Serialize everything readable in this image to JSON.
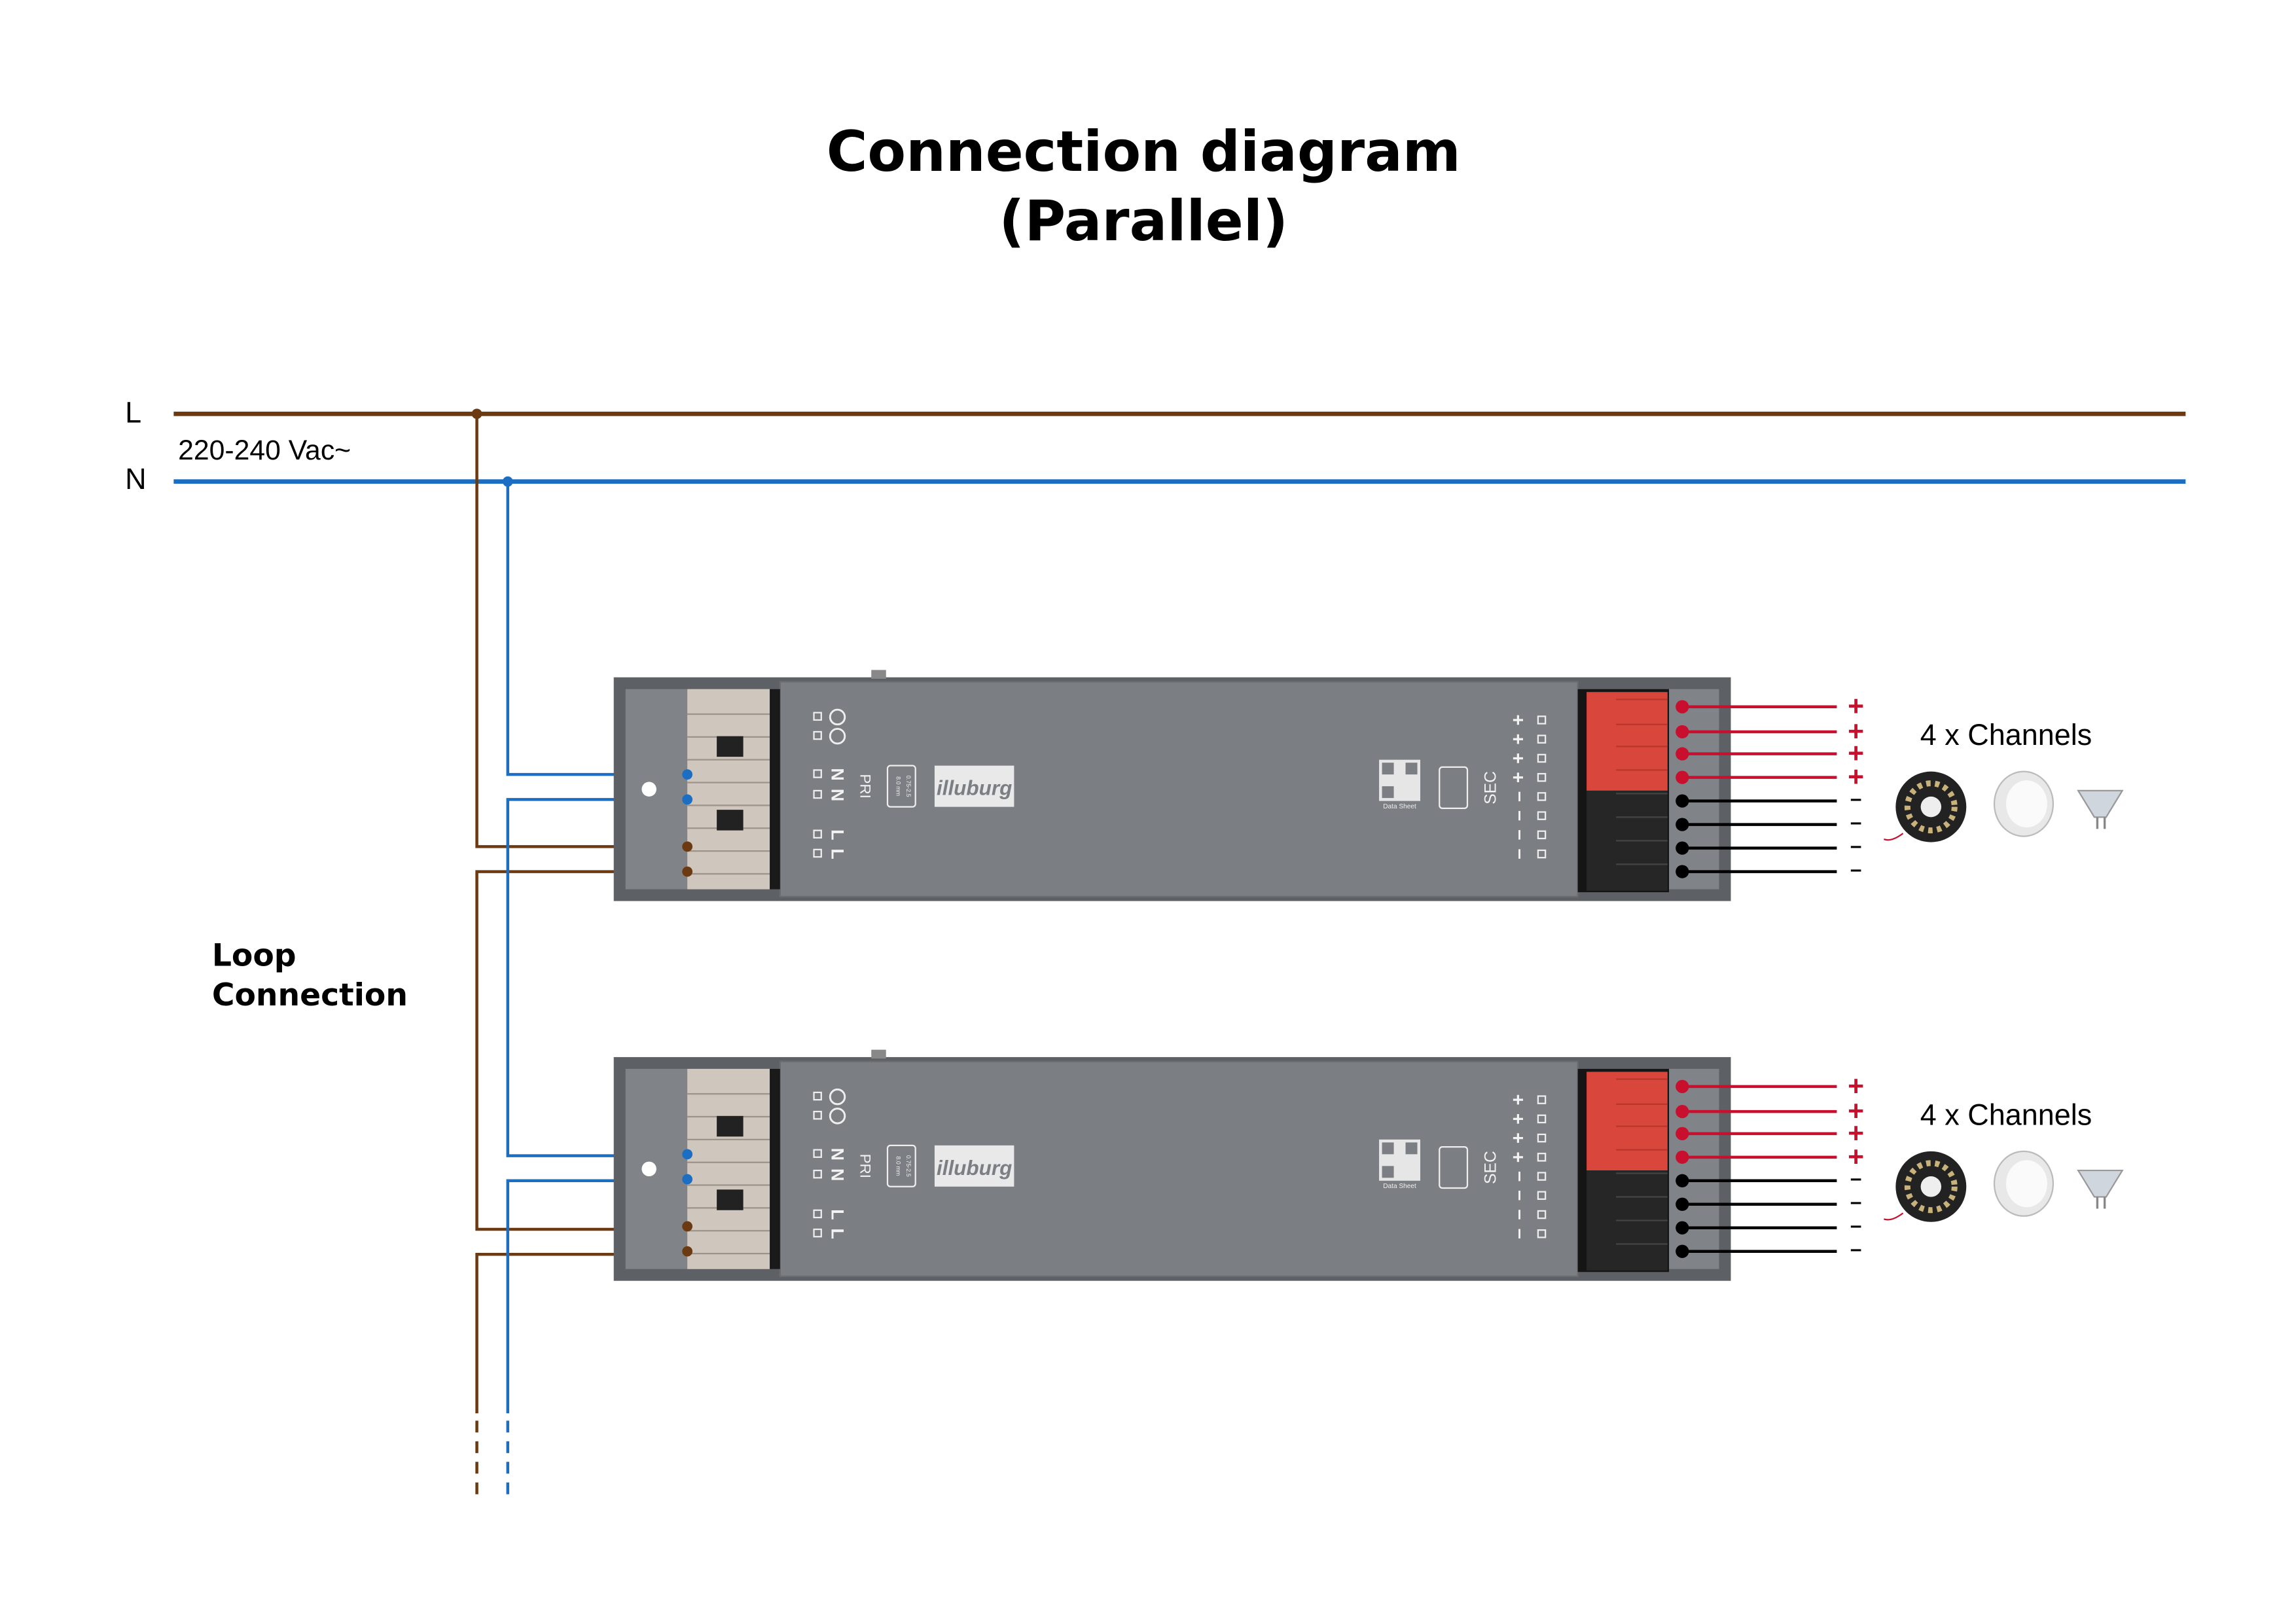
{
  "title": {
    "line1": "Connection diagram",
    "line2": "(Parallel)"
  },
  "mains": {
    "l_label": "L",
    "n_label": "N",
    "voltage": "220-240 Vac~"
  },
  "loop_label": {
    "line1": "Loop",
    "line2": "Connection"
  },
  "colors": {
    "live": "#6b3a12",
    "neutral": "#1b6ec2",
    "positive": "#c8102e",
    "negative": "#000000",
    "driver_body": "#7b7e82"
  },
  "drivers": [
    {
      "brand": "illuburg",
      "primary_label": "PRI",
      "secondary_label": "SEC",
      "input_terminals": [
        "N",
        "N",
        "L",
        "L"
      ],
      "output_polarity": [
        "+",
        "+",
        "+",
        "+",
        "–",
        "–",
        "–",
        "–"
      ],
      "wire_spec": "0.75-2.5",
      "strip_length": "8.0 mm",
      "qr_caption": "Data Sheet",
      "channels_label": "4 x Channels",
      "loads": [
        "led-strip-reel-icon",
        "downlight-icon",
        "mr16-bulb-icon"
      ]
    },
    {
      "brand": "illuburg",
      "primary_label": "PRI",
      "secondary_label": "SEC",
      "input_terminals": [
        "N",
        "N",
        "L",
        "L"
      ],
      "output_polarity": [
        "+",
        "+",
        "+",
        "+",
        "–",
        "–",
        "–",
        "–"
      ],
      "wire_spec": "0.75-2.5",
      "strip_length": "8.0 mm",
      "qr_caption": "Data Sheet",
      "channels_label": "4 x Channels",
      "loads": [
        "led-strip-reel-icon",
        "downlight-icon",
        "mr16-bulb-icon"
      ]
    }
  ]
}
